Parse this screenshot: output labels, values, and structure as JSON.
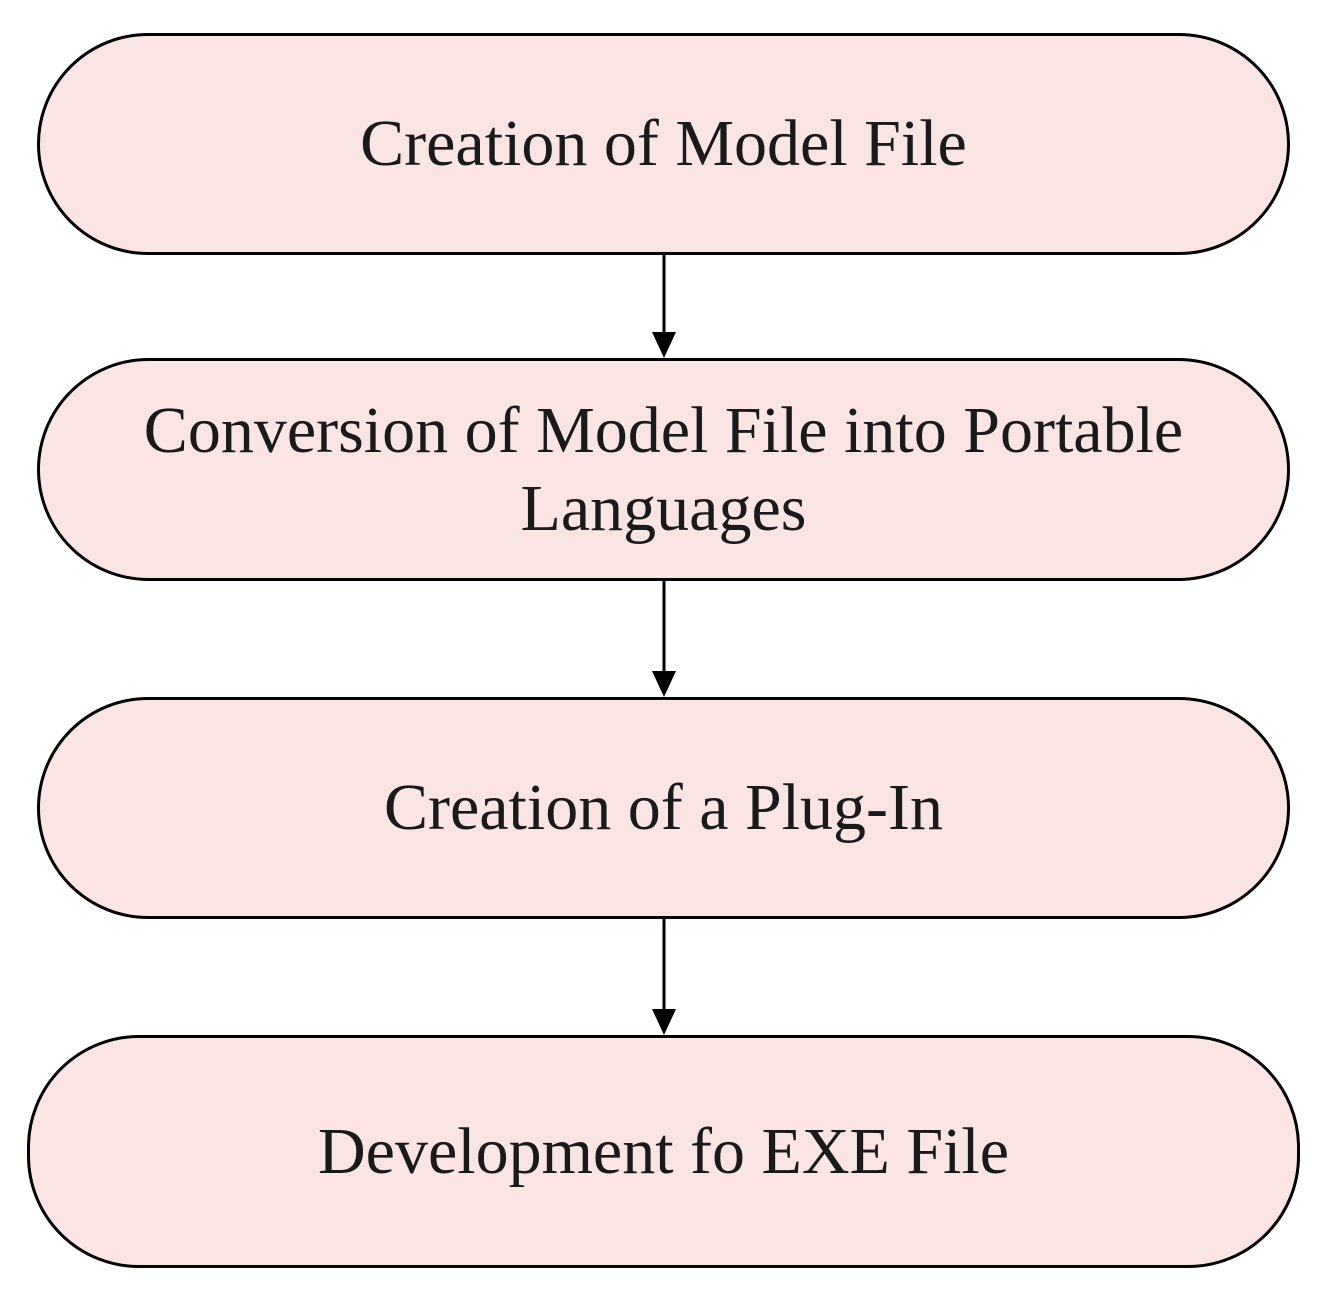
{
  "flowchart": {
    "colors": {
      "node_fill": "#fbe4e4",
      "border": "#000000",
      "arrow": "#000000"
    },
    "steps": [
      {
        "label": "Creation of Model File"
      },
      {
        "label": "Conversion of Model File into Portable Languages"
      },
      {
        "label": "Creation of a Plug-In"
      },
      {
        "label": "Development fo EXE File"
      }
    ]
  }
}
